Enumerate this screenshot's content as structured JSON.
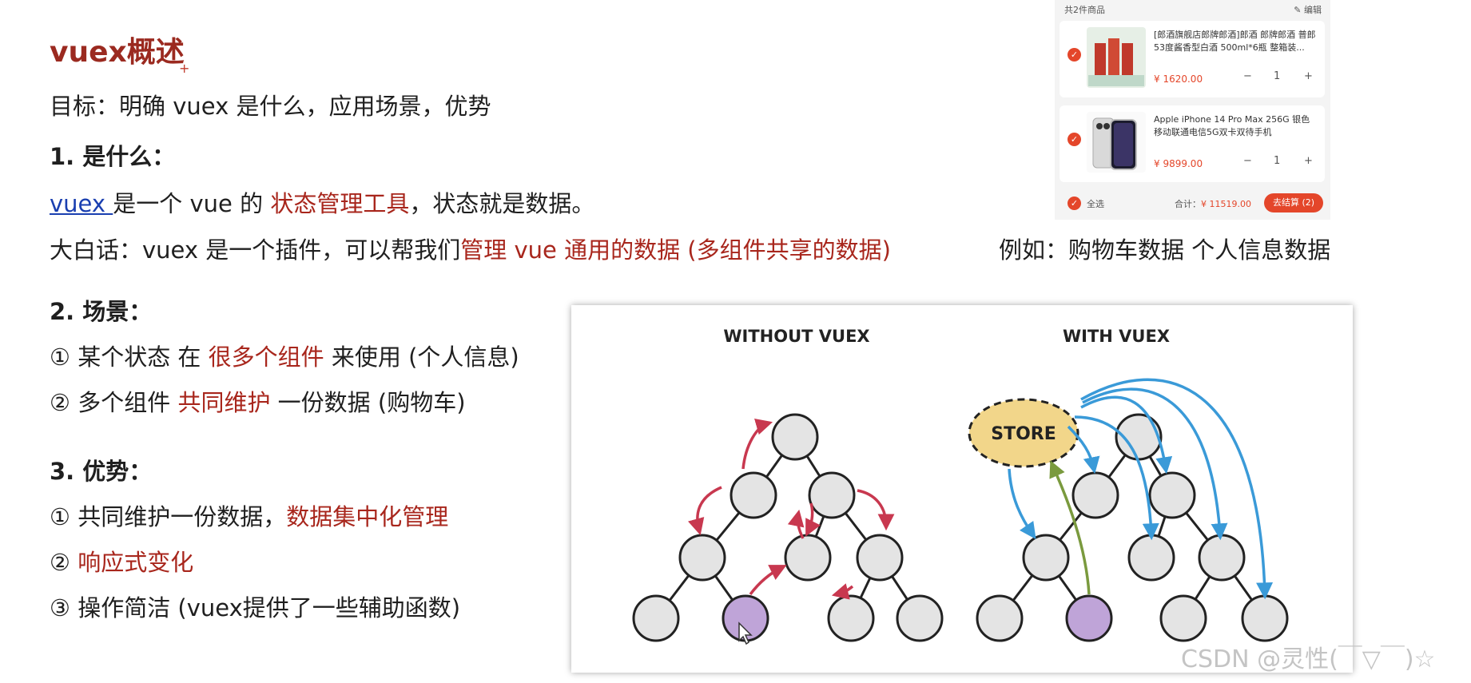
{
  "title": "vuex概述",
  "goal": "目标：明确 vuex 是什么，应用场景，优势",
  "section1": {
    "heading": "1. 是什么：",
    "line1": {
      "link": "vuex ",
      "t1": "是一个 vue 的 ",
      "red": "状态管理工具",
      "t2": "，状态就是数据。"
    },
    "line2": {
      "t1": "大白话：vuex 是一个插件，可以帮我们",
      "red": "管理 vue 通用的数据 (多组件共享的数据)",
      "example": "例如：购物车数据   个人信息数据"
    }
  },
  "section2": {
    "heading": "2. 场景：",
    "item1": {
      "t1": "① 某个状态 在 ",
      "red": "很多个组件",
      "t2": " 来使用 (个人信息)"
    },
    "item2": {
      "t1": "② 多个组件 ",
      "red": "共同维护",
      "t2": " 一份数据 (购物车)"
    }
  },
  "section3": {
    "heading": "3. 优势：",
    "item1": {
      "t1": "① 共同维护一份数据，",
      "red": "数据集中化管理"
    },
    "item2": {
      "t1": "② ",
      "red": "响应式变化"
    },
    "item3": {
      "t1": "③ 操作简洁 (vuex提供了一些辅助函数)"
    }
  },
  "cart": {
    "header": "共2件商品",
    "edit": "编辑",
    "items": [
      {
        "name": "[郎酒旗舰店郎牌郎酒]郎酒 郎牌郎酒 普郎 53度酱香型白酒 500ml*6瓶 整箱装...",
        "price": "¥ 1620.00",
        "qty": "1"
      },
      {
        "name": "Apple iPhone 14 Pro Max 256G 银色 移动联通电信5G双卡双待手机",
        "price": "¥ 9899.00",
        "qty": "1"
      }
    ],
    "select_all": "全选",
    "total_label": "合计：",
    "total_value": "¥ 11519.00",
    "checkout": "去结算 (2)",
    "minus": "−",
    "plus": "+"
  },
  "diagram": {
    "left_title": "WITHOUT VUEX",
    "right_title": "WITH VUEX",
    "store_label": "STORE"
  },
  "watermark": "CSDN @灵性(￣▽￣)☆"
}
